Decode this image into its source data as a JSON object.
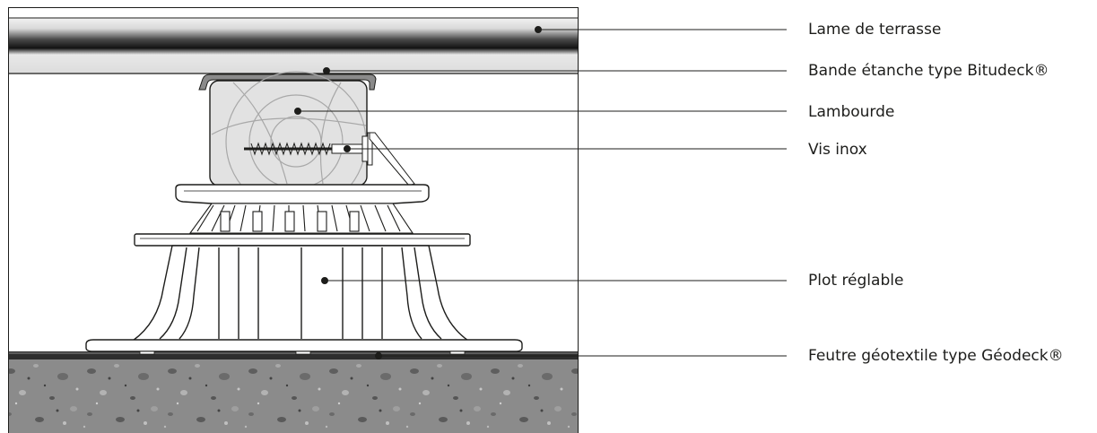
{
  "diagram": {
    "labels": [
      {
        "id": "lame",
        "text": "Lame de terrasse"
      },
      {
        "id": "bande",
        "text": "Bande étanche type Bitudeck®"
      },
      {
        "id": "lambourde",
        "text": "Lambourde"
      },
      {
        "id": "vis",
        "text": "Vis inox"
      },
      {
        "id": "plot",
        "text": "Plot réglable"
      },
      {
        "id": "feutre",
        "text": "Feutre géotextile type Géodeck®"
      }
    ]
  },
  "colors": {
    "stroke": "#1d1d1b",
    "deck_light": "#e6e7e8",
    "deck_dark": "#3a3a3a",
    "joist_fill": "#e3e3e3",
    "bitumen_strip": "#7a7a7a",
    "concrete": "#8a8a8a",
    "felt": "#3a3a3a"
  }
}
